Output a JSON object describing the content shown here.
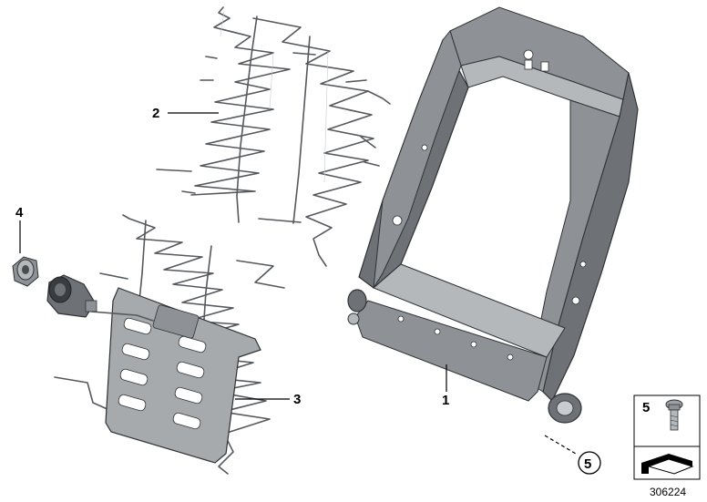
{
  "callouts": {
    "c1": "1",
    "c2": "2",
    "c3": "3",
    "c4": "4",
    "c5": "5"
  },
  "legend": {
    "item_number": "5"
  },
  "reference_number": "306224"
}
